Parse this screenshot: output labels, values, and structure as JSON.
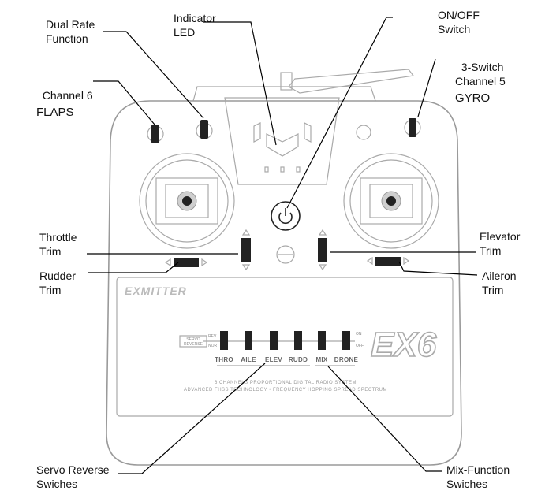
{
  "callouts": {
    "dual_rate": "Dual Rate\nFunction",
    "indicator_led": "Indicator\nLED",
    "on_off": "ON/OFF\nSwitch",
    "channel6": "Channel 6",
    "channel6_sub": "FLAPS",
    "switch3": "3-Switch\nChannel 5",
    "switch3_sub": "GYRO",
    "throttle_trim": "Throttle\nTrim",
    "rudder_trim": "Rudder\nTrim",
    "elevator_trim": "Elevator\nTrim",
    "aileron_trim": "Aileron\nTrim",
    "servo_reverse": "Servo Reverse\nSwiches",
    "mix_function": "Mix-Function\nSwiches"
  },
  "device": {
    "brand": "EXMITTER",
    "model": "EX6",
    "servo_reverse_box": [
      "SERVO",
      "REVERSE"
    ],
    "rev_label": "REV",
    "nor_label": "NOR",
    "on_label": "ON",
    "off_label": "OFF",
    "channels": [
      "THRO",
      "AILE",
      "ELEV",
      "RUDD",
      "MIX",
      "DRONE"
    ],
    "strap_line1": "6 CHANNELS PROPORTIONAL DIGITAL RADIO SYSTEM",
    "strap_line2": "ADVANCED FHSS TECHNOLOGY • FREQUENCY HOPPING SPREAD SPECTRUM"
  },
  "colors": {
    "outline": "#9a9a9a",
    "leader": "#000000",
    "dark": "#222222"
  }
}
